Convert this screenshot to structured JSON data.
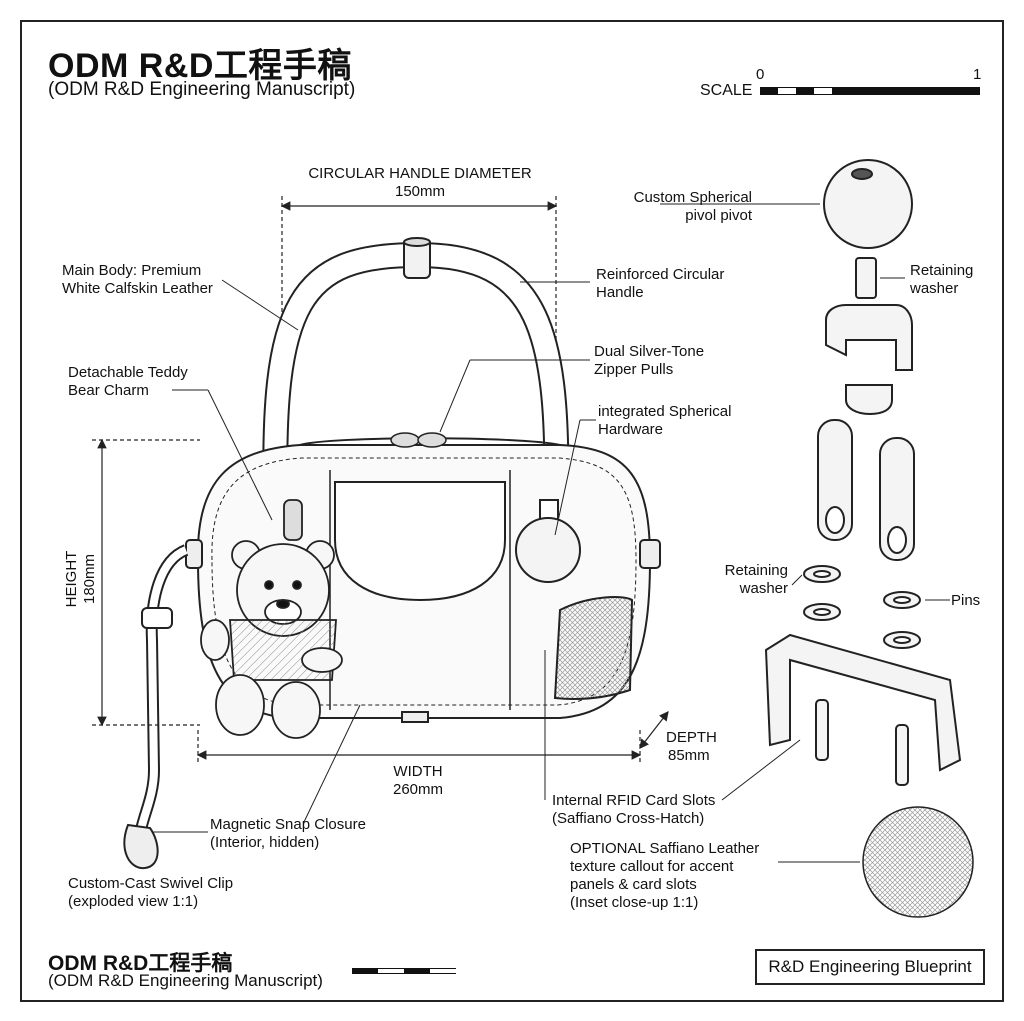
{
  "header": {
    "title": "ODM R&D工程手稿",
    "subtitle": "(ODM R&D Engineering Manuscript)"
  },
  "scale": {
    "label": "SCALE",
    "start": "0",
    "end": "1"
  },
  "dimensions": {
    "handle_title": "CIRCULAR HANDLE DIAMETER",
    "handle_value": "150mm",
    "height_title": "HEIGHT",
    "height_value": "180mm",
    "width_title": "WIDTH",
    "width_value": "260mm",
    "depth_title": "DEPTH",
    "depth_value": "85mm"
  },
  "callouts": {
    "main_body_1": "Main Body: Premium",
    "main_body_2": "White Calfskin Leather",
    "teddy_1": "Detachable Teddy",
    "teddy_2": "Bear Charm",
    "handle_1": "Reinforced Circular",
    "handle_2": "Handle",
    "zipper_1": "Dual Silver-Tone",
    "zipper_2": "Zipper Pulls",
    "spherical_hw_1": "integrated Spherical",
    "spherical_hw_2": "Hardware",
    "pivot_1": "Custom Spherical",
    "pivot_2": "pivol pivot",
    "washer_top_1": "Retaining",
    "washer_top_2": "washer",
    "washer_mid_1": "Retaining",
    "washer_mid_2": "washer",
    "pins": "Pins",
    "magnetic_1": "Magnetic Snap Closure",
    "magnetic_2": "(Interior, hidden)",
    "swivel_1": "Custom-Cast Swivel Clip",
    "swivel_2": "(exploded view 1:1)",
    "rfid_1": "Internal RFID Card Slots",
    "rfid_2": "(Saffiano Cross-Hatch)",
    "optional_1": "OPTIONAL Saffiano Leather",
    "optional_2": "texture callout for accent",
    "optional_3": "panels & card slots",
    "optional_4": "(Inset close-up 1:1)"
  },
  "footer": {
    "title": "ODM R&D工程手稿",
    "subtitle": "(ODM R&D Engineering Manuscript)",
    "badge": "R&D Engineering Blueprint"
  }
}
